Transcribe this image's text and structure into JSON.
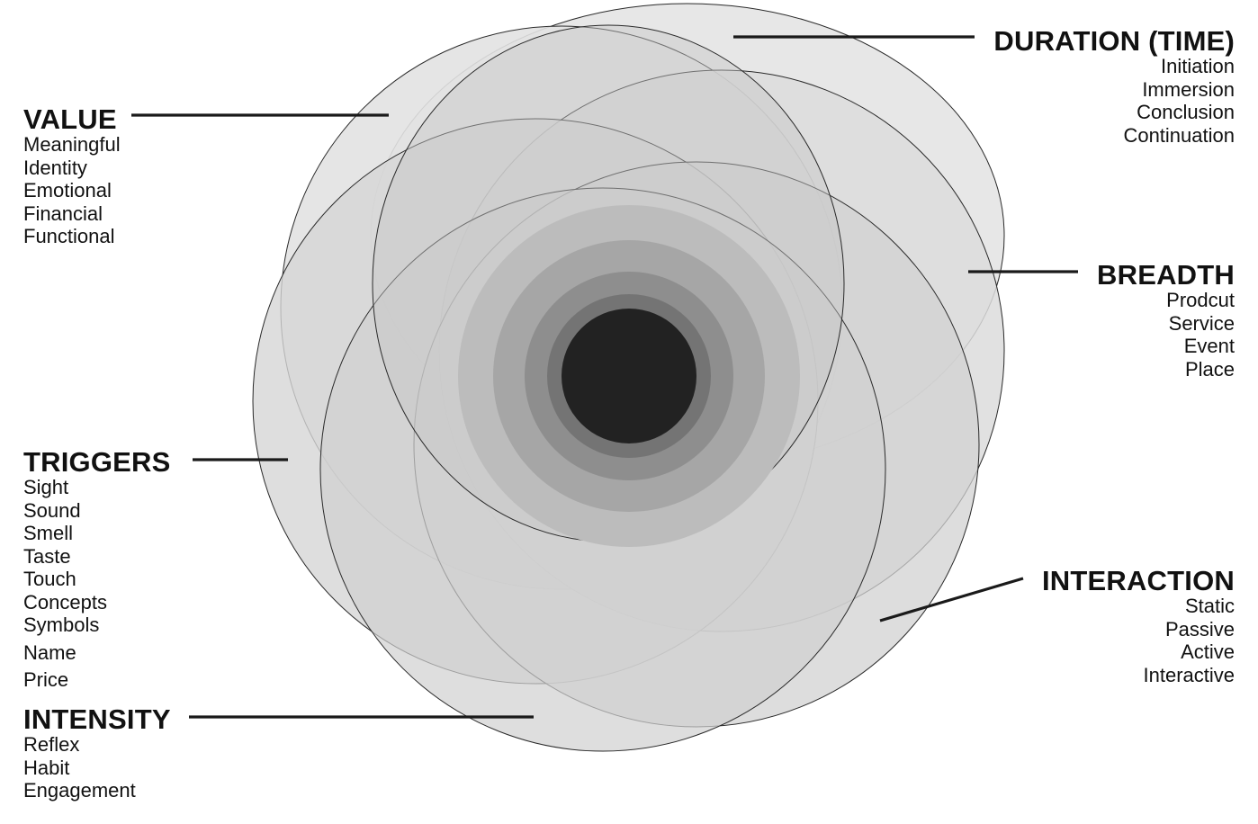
{
  "labels": {
    "value": {
      "title": "VALUE",
      "items": [
        "Meaningful",
        "Identity",
        "Emotional",
        "Financial",
        "Functional"
      ]
    },
    "triggers": {
      "title": "TRIGGERS",
      "items": [
        "Sight",
        "Sound",
        "Smell",
        "Taste",
        "Touch",
        "Concepts",
        "Symbols",
        "Name",
        "Price"
      ]
    },
    "intensity": {
      "title": "INTENSITY",
      "items": [
        "Reflex",
        "Habit",
        "Engagement"
      ]
    },
    "duration": {
      "title": "DURATION (TIME)",
      "items": [
        "Initiation",
        "Immersion",
        "Conclusion",
        "Continuation"
      ]
    },
    "breadth": {
      "title": "BREADTH",
      "items": [
        "Prodcut",
        "Service",
        "Event",
        "Place"
      ]
    },
    "interaction": {
      "title": "INTERACTION",
      "items": [
        "Static",
        "Passive",
        "Active",
        "Interactive"
      ]
    }
  },
  "colors": {
    "outer_fill_light": "#e6e6e6",
    "outer_fill_mid": "#c9c9c9",
    "outer_fill_dark": "#bdbdbd",
    "stroke": "#2a2a2a",
    "ring_1": "#bcbcbc",
    "ring_2": "#a6a6a6",
    "ring_3": "#8e8e8e",
    "ring_4": "#747474",
    "core": "#222222",
    "leader_line": "#1a1a1a"
  }
}
